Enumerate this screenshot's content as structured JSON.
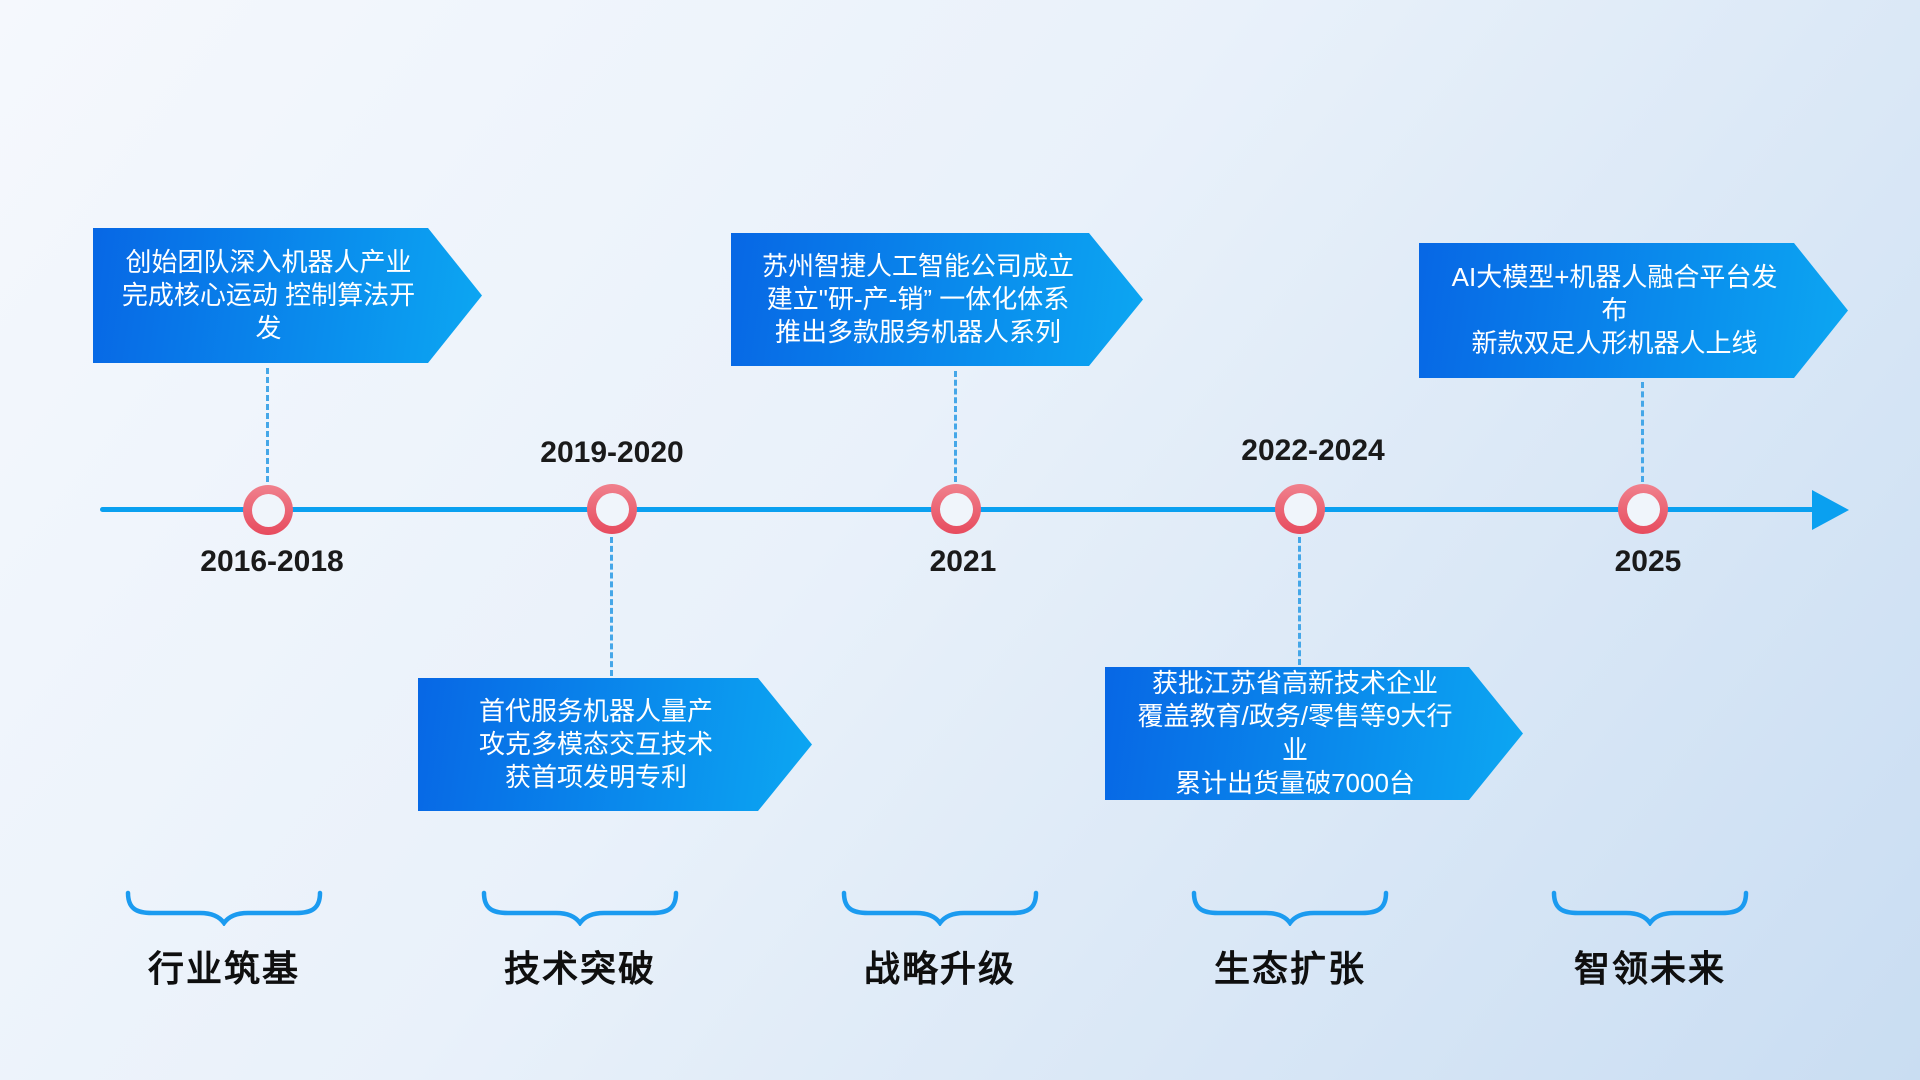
{
  "colors": {
    "background_from": "#F5F8FD",
    "background_mid": "#E9F1FA",
    "background_to": "#C9DDF2",
    "banner_from": "#0767E5",
    "banner_to": "#0CA7F2",
    "banner_text": "#FFFFFF",
    "timeline": "#0AA0F0",
    "dash": "#45A7E8",
    "ring_from": "#F0818D",
    "ring_to": "#E74B5E",
    "node_fill": "#F0F5FB",
    "year_text": "#1A1A1A",
    "phase_text": "#0F0F0F",
    "brace": "#1B9BF0"
  },
  "milestones": [
    {
      "year": "2016-2018",
      "phase": "行业筑基",
      "banner": {
        "position": "above",
        "lines": [
          "创始团队深入机器人产业",
          "完成核心运动 控制算法开发"
        ]
      }
    },
    {
      "year": "2019-2020",
      "phase": "技术突破",
      "banner": {
        "position": "below",
        "lines": [
          "首代服务机器人量产",
          "攻克多模态交互技术",
          "获首项发明专利"
        ]
      }
    },
    {
      "year": "2021",
      "phase": "战略升级",
      "banner": {
        "position": "above",
        "lines": [
          "苏州智捷人工智能公司成立",
          "建立\"研-产-销” 一体化体系",
          "推出多款服务机器人系列"
        ]
      }
    },
    {
      "year": "2022-2024",
      "phase": "生态扩张",
      "banner": {
        "position": "below",
        "lines": [
          "获批江苏省高新技术企业",
          "覆盖教育/政务/零售等9大行业",
          "累计出货量破7000台"
        ]
      }
    },
    {
      "year": "2025",
      "phase": "智领未来",
      "banner": {
        "position": "above",
        "lines": [
          "AI大模型+机器人融合平台发布",
          "新款双足人形机器人上线"
        ]
      }
    }
  ]
}
